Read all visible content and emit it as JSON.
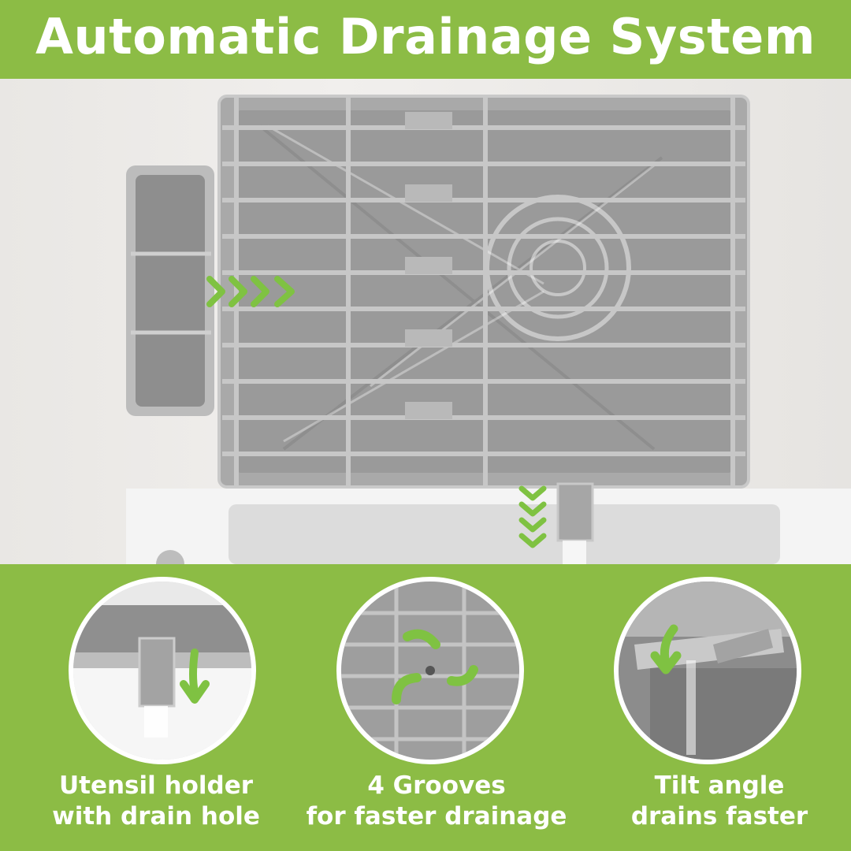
{
  "header": {
    "title": "Automatic Drainage System"
  },
  "features": [
    {
      "line1": "Utensil holder",
      "line2": "with drain hole",
      "icon": "drain-hole-icon"
    },
    {
      "line1": "4 Grooves",
      "line2": "for faster drainage",
      "icon": "grooves-icon"
    },
    {
      "line1": "Tilt angle",
      "line2": "drains faster",
      "icon": "tilt-spout-icon"
    }
  ],
  "colors": {
    "brand_green": "#8cbc45",
    "arrow_green": "#7fc242",
    "rack_gray": "#9c9c9c",
    "white": "#ffffff"
  }
}
